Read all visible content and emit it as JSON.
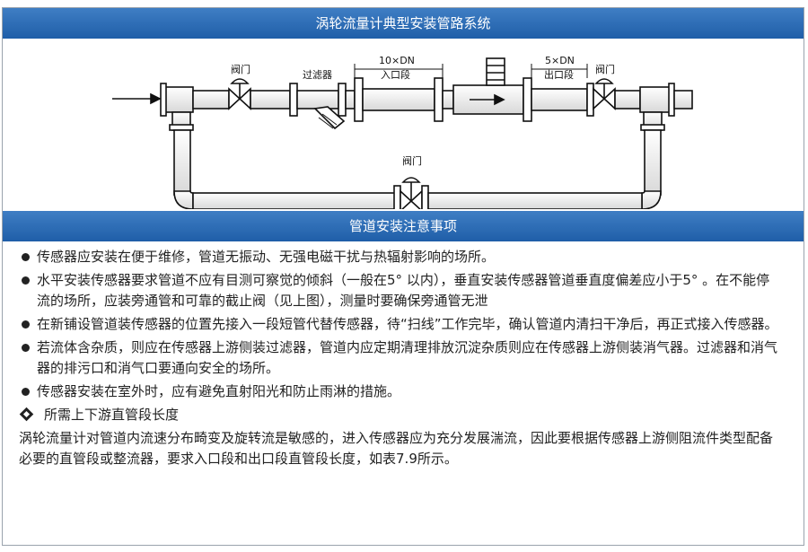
{
  "header": {
    "title": "涡轮流量计典型安装管路系统"
  },
  "diagram": {
    "labels": {
      "valve_left": "阀门",
      "filter": "过滤器",
      "inlet_len": "10×DN",
      "inlet_name": "入口段",
      "outlet_len": "5×DN",
      "outlet_name": "出口段",
      "valve_right": "阀门",
      "valve_bypass": "阀门"
    }
  },
  "section": {
    "title": "管道安装注意事项"
  },
  "notes": [
    "传感器应安装在便于维修，管道无振动、无强电磁干扰与热辐射影响的场所。",
    "水平安装传感器要求管道不应有目测可察觉的倾斜（一般在5° 以内），垂直安装传感器管道垂直度偏差应小于5° 。在不能停流的场所，应装旁通管和可靠的截止阀（见上图），测量时要确保旁通管无泄",
    "在新铺设管道装传感器的位置先接入一段短管代替传感器，待“扫线”工作完毕，确认管道内清扫干净后，再正式接入传感器。",
    "若流体含杂质，则应在传感器上游侧装过滤器，管道内应定期清理排放沉淀杂质则应在传感器上游侧装消气器。过滤器和消气器的排污口和消气口要通向安全的场所。",
    "传感器安装在室外时，应有避免直射阳光和防止雨淋的措施。"
  ],
  "subhead": "所需上下游直管段长度",
  "paragraph": "涡轮流量计对管道内流速分布畸变及旋转流是敏感的，进入传感器应为充分发展湍流，因此要根据传感器上游侧阻流件类型配备必要的直管段或整流器，要求入口段和出口段直管段长度，如表7.9所示。"
}
